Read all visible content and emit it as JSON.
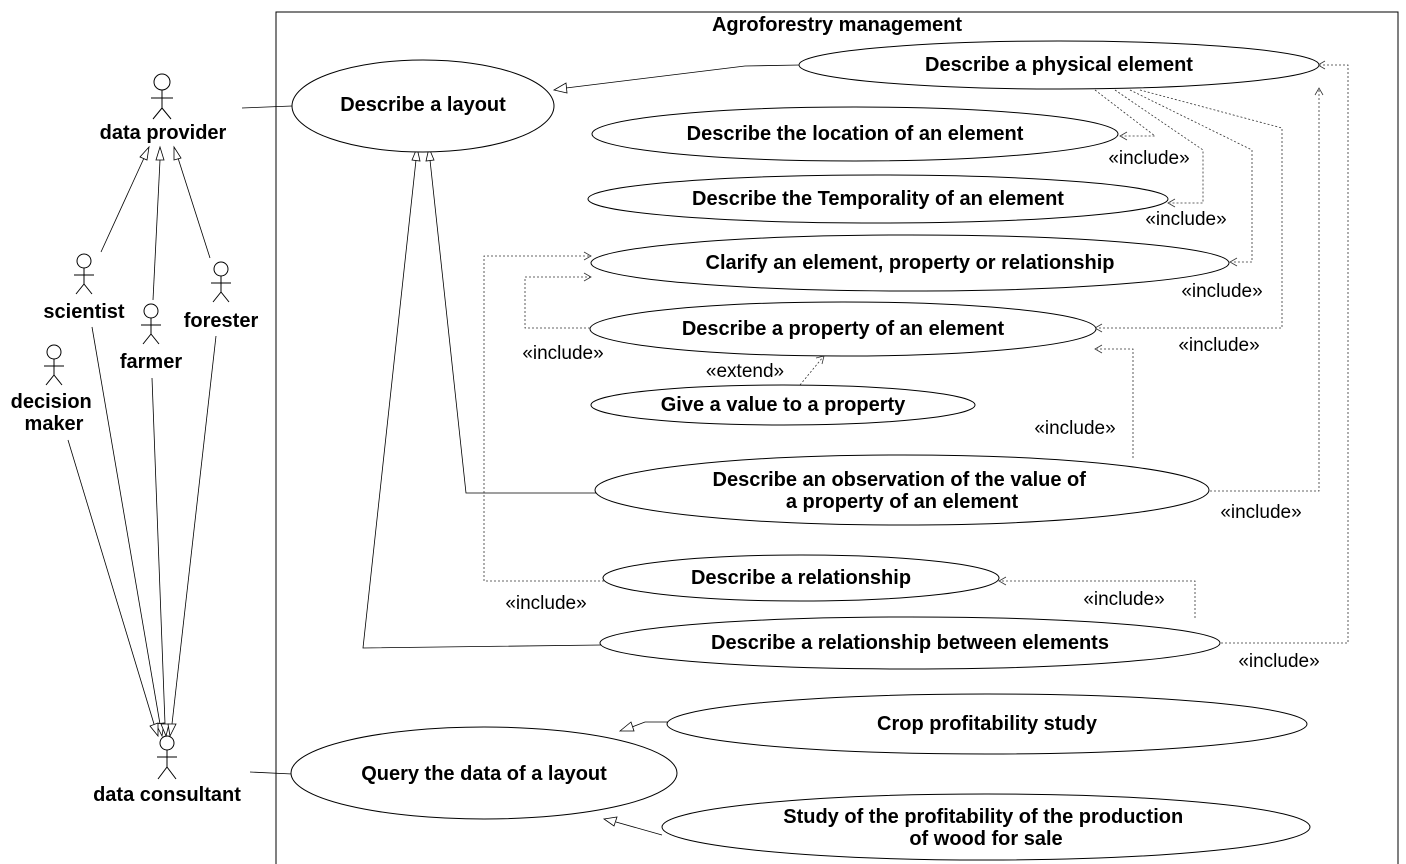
{
  "system": {
    "title": "Agroforestry management"
  },
  "actors": {
    "data_provider": "data provider",
    "scientist": "scientist",
    "farmer": "farmer",
    "forester": "forester",
    "decision_maker": [
      "decision",
      "maker"
    ],
    "data_consultant": "data consultant"
  },
  "use_cases": {
    "describe_layout": [
      "Describe a layout"
    ],
    "describe_physical_element": [
      "Describe a physical element"
    ],
    "describe_location": [
      "Describe the location of an element"
    ],
    "describe_temporality": [
      "Describe the Temporality of an element"
    ],
    "clarify": [
      "Clarify an element, property or relationship"
    ],
    "describe_property": [
      "Describe a property of an element"
    ],
    "give_value": [
      "Give a value to a property"
    ],
    "describe_observation": [
      "Describe an observation of the value  of",
      "a property of an element"
    ],
    "describe_relationship": [
      "Describe a relationship"
    ],
    "describe_relationship_between": [
      "Describe a relationship between elements"
    ],
    "query_data": [
      "Query the data of a layout"
    ],
    "crop_profitability": [
      "Crop profitability study"
    ],
    "wood_profitability": [
      "Study of the profitability of the production",
      "of wood for sale"
    ]
  },
  "stereotypes": {
    "include": "«include»",
    "extend": "«extend»"
  }
}
